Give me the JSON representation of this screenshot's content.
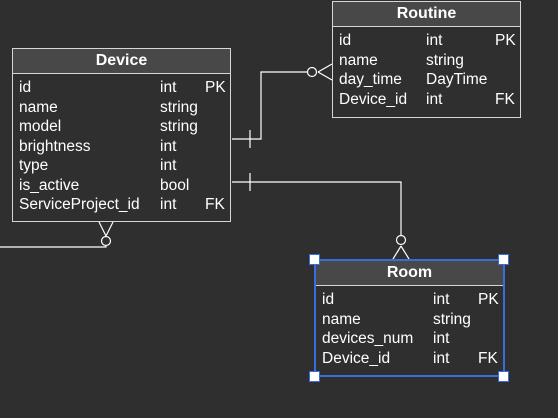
{
  "entities": {
    "device": {
      "title": "Device",
      "rows": [
        {
          "name": "id",
          "type": "int",
          "key": "PK"
        },
        {
          "name": "name",
          "type": "string",
          "key": ""
        },
        {
          "name": "model",
          "type": "string",
          "key": ""
        },
        {
          "name": "brightness",
          "type": "int",
          "key": ""
        },
        {
          "name": "type",
          "type": "int",
          "key": ""
        },
        {
          "name": "is_active",
          "type": "bool",
          "key": ""
        },
        {
          "name": "ServiceProject_id",
          "type": "int",
          "key": "FK"
        }
      ]
    },
    "routine": {
      "title": "Routine",
      "rows": [
        {
          "name": "id",
          "type": "int",
          "key": "PK"
        },
        {
          "name": "name",
          "type": "string",
          "key": ""
        },
        {
          "name": "day_time",
          "type": "DayTime",
          "key": ""
        },
        {
          "name": "Device_id",
          "type": "int",
          "key": "FK"
        }
      ]
    },
    "room": {
      "title": "Room",
      "selected": true,
      "rows": [
        {
          "name": "id",
          "type": "int",
          "key": "PK"
        },
        {
          "name": "name",
          "type": "string",
          "key": ""
        },
        {
          "name": "devices_num",
          "type": "int",
          "key": ""
        },
        {
          "name": "Device_id",
          "type": "int",
          "key": "FK"
        }
      ]
    }
  },
  "relationships": [
    {
      "from": "device",
      "to": "routine",
      "from_end": "one",
      "to_end": "zero-or-many"
    },
    {
      "from": "device",
      "to": "room",
      "from_end": "one",
      "to_end": "zero-or-many"
    },
    {
      "from": "device",
      "to": "offscreen",
      "from_end": "zero-or-many",
      "to_end": "none"
    }
  ],
  "colors": {
    "background": "#2f2f2f",
    "header": "#484848",
    "border": "#d6d6d6",
    "text": "#ffffff",
    "selection": "#3a6be0"
  }
}
